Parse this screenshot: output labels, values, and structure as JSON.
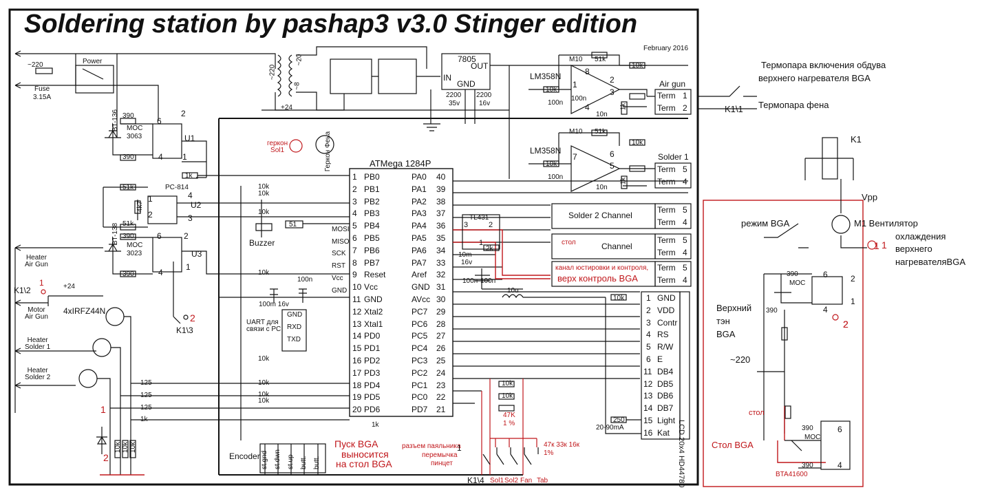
{
  "title": "Soldering station by pashap3 v3.0 Stinger edition",
  "date": "February 2016",
  "power": {
    "mains": "~220",
    "fuse": "Fuse",
    "fuse_value": "3.15A",
    "switch": "Power",
    "bridge_ac1": "~220",
    "bridge_ac2": "~20",
    "bridge_ac3": "~8",
    "reg": "7805",
    "reg_in": "IN",
    "reg_out": "OUT",
    "reg_gnd": "GND",
    "cap1": "2200",
    "cap1v": "35v",
    "cap2": "2200",
    "cap2v": "16v",
    "v24": "+24"
  },
  "triac_top": {
    "part": "BT-136",
    "moc": "MOC",
    "moc_num": "3063",
    "r1": "390",
    "r2": "390",
    "u": "U1",
    "p6": "6",
    "p4": "4",
    "p2": "2",
    "p1": "1",
    "r1k": "1k"
  },
  "opto": {
    "part": "PC-814",
    "u": "U2",
    "r1": "51k",
    "r2": "51k",
    "r3": "4k7",
    "p1": "1",
    "p2": "2",
    "p3": "3",
    "p4": "4"
  },
  "triac_bot": {
    "part": "BT-138",
    "moc": "MOC",
    "moc_num": "3023",
    "r1": "390",
    "r2": "390",
    "u": "U3",
    "p6": "6",
    "p4": "4",
    "p2": "2",
    "p1": "1"
  },
  "heater_air": "Heater\nAir Gun",
  "k12": "K1\\2",
  "k13": "K1\\3",
  "k14": "K1\\4",
  "k11": "K1\\1",
  "mosfet": "4xIRFZ44N",
  "motor": "Motor\nAir Gun",
  "heater_s1": "Heater\nSolder 1",
  "heater_s2": "Heater\nSolder 2",
  "res125": [
    "125",
    "125",
    "125"
  ],
  "r1k_bottom": "1k",
  "res10k_bank": [
    "10k",
    "10k",
    "10k"
  ],
  "red_marks": {
    "one_a": "1",
    "two_a": "2",
    "one_b": "1",
    "two_b": "2",
    "one_c": "1",
    "two_c": "2"
  },
  "geron": "геркон\nSol1",
  "geron_fena": "Геркон Фена",
  "buzzer": "Buzzer",
  "r51": "51",
  "cap100n": "100n",
  "cap100m": "100m 16v",
  "uart": "UART для\nсвязи с PC",
  "uart_pins": [
    "GND",
    "RXD",
    "TXD"
  ],
  "isp_pins": [
    "MOSI",
    "MISO",
    "SCK",
    "RST",
    "Vcc",
    "GND"
  ],
  "pull10k": [
    "10k",
    "10k",
    "10k",
    "10k",
    "10k",
    "10k",
    "10k",
    "10k",
    "10k"
  ],
  "mcu": {
    "name": "ATMega 1284P",
    "left": [
      [
        "1",
        "PB0"
      ],
      [
        "2",
        "PB1"
      ],
      [
        "3",
        "PB2"
      ],
      [
        "4",
        "PB3"
      ],
      [
        "5",
        "PB4"
      ],
      [
        "6",
        "PB5"
      ],
      [
        "7",
        "PB6"
      ],
      [
        "8",
        "PB7"
      ],
      [
        "9",
        "Reset"
      ],
      [
        "10",
        "Vcc"
      ],
      [
        "11",
        "GND"
      ],
      [
        "12",
        "Xtal2"
      ],
      [
        "13",
        "Xtal1"
      ],
      [
        "14",
        "PD0"
      ],
      [
        "15",
        "PD1"
      ],
      [
        "16",
        "PD2"
      ],
      [
        "17",
        "PD3"
      ],
      [
        "18",
        "PD4"
      ],
      [
        "19",
        "PD5"
      ],
      [
        "20",
        "PD6"
      ]
    ],
    "right": [
      [
        "40",
        "PA0"
      ],
      [
        "39",
        "PA1"
      ],
      [
        "38",
        "PA2"
      ],
      [
        "37",
        "PA3"
      ],
      [
        "36",
        "PA4"
      ],
      [
        "35",
        "PA5"
      ],
      [
        "34",
        "PA6"
      ],
      [
        "33",
        "PA7"
      ],
      [
        "32",
        "Aref"
      ],
      [
        "31",
        "GND"
      ],
      [
        "30",
        "AVcc"
      ],
      [
        "29",
        "PC7"
      ],
      [
        "28",
        "PC6"
      ],
      [
        "27",
        "PC5"
      ],
      [
        "26",
        "PC4"
      ],
      [
        "25",
        "PC3"
      ],
      [
        "24",
        "PC2"
      ],
      [
        "23",
        "PC1"
      ],
      [
        "22",
        "PC0"
      ],
      [
        "21",
        "PD7"
      ]
    ]
  },
  "tl431": {
    "name": "TL431",
    "p3": "3",
    "p2": "2",
    "p1": "1",
    "r2k": "2k",
    "cap": "10m",
    "capv": "16v",
    "c1": "100n",
    "c2": "100n"
  },
  "l10u": "10u",
  "lm_top": {
    "name": "LM358N",
    "m10": "M10",
    "r51k": "51k",
    "r10k_a": "10k",
    "r10k_b": "10k",
    "c100n_a": "100n",
    "c100n_b": "100n",
    "c10n": "10n",
    "r1k": "1k",
    "p8": "8",
    "p1": "1",
    "p2": "2",
    "p3": "3",
    "p4": "4",
    "label": "Air gun"
  },
  "lm_bot": {
    "name": "LM358N",
    "m10": "M10",
    "r51k": "51k",
    "r10k_a": "10k",
    "r10k_b": "10k",
    "c100n_a": "100n",
    "c10n": "10n",
    "r1k": "1k",
    "p7": "7",
    "p6": "6",
    "p5": "5",
    "label": "Solder 1"
  },
  "term_air": [
    [
      "Term",
      "1"
    ],
    [
      "Term",
      "2"
    ]
  ],
  "term_s1": [
    [
      "Term",
      "5"
    ],
    [
      "Term",
      "4"
    ]
  ],
  "solder2": {
    "label": "Solder 2 Channel",
    "terms": [
      [
        "Term",
        "5"
      ],
      [
        "Term",
        "4"
      ]
    ]
  },
  "stol_ch": {
    "red": "стол",
    "label": "Channel",
    "terms": [
      [
        "Term",
        "5"
      ],
      [
        "Term",
        "4"
      ]
    ]
  },
  "bga_ch": {
    "red1": "канал юстировки и контроля,",
    "red2": "верх контроль BGA",
    "terms": [
      [
        "Term",
        "5"
      ],
      [
        "Term",
        "4"
      ]
    ]
  },
  "lcd": {
    "name": "LCD 20x4 HD44780",
    "pins": [
      [
        "1",
        "GND"
      ],
      [
        "2",
        "VDD"
      ],
      [
        "3",
        "Contr"
      ],
      [
        "4",
        "RS"
      ],
      [
        "5",
        "R/W"
      ],
      [
        "6",
        "E"
      ],
      [
        "11",
        "DB4"
      ],
      [
        "12",
        "DB5"
      ],
      [
        "13",
        "DB6"
      ],
      [
        "14",
        "DB7"
      ],
      [
        "15",
        "Light"
      ],
      [
        "16",
        "Kat"
      ]
    ],
    "r10k": "10k",
    "r250": "250",
    "current": "20-90mA"
  },
  "pc_res": {
    "r1": "10k",
    "r2": "10k",
    "r47k": "47K",
    "r47k_pct": "1 %"
  },
  "encoder": {
    "name": "Encoder",
    "pins": [
      "st.gnd",
      "st.dwn",
      "st.up",
      "butt.",
      "butt."
    ]
  },
  "bga_start": [
    "Пуск BGA",
    "выносится",
    "на стол BGA"
  ],
  "tweezers": [
    "разъем паяльника",
    "перемычка",
    "пинцет"
  ],
  "tweezers_one": "1",
  "sw_labels": [
    "Sol1",
    "Sol2",
    "Fan",
    "Tab"
  ],
  "res_vals": [
    "47к 33к 16к",
    "1%"
  ],
  "right_notes": {
    "n1": "Термопара включения обдува",
    "n2": "верхнего нагревателя BGA",
    "n3": "Термопара фена",
    "k11": "K1\\1",
    "k1": "K1",
    "vpp": "Vpp",
    "mode": "режим BGA",
    "fan": "M1 Вентилятор",
    "fan2": "охлаждения",
    "fan3": "верхнего",
    "fan4": "нагревателяBGA",
    "top_heater": [
      "Верхний",
      "тэн",
      "BGA"
    ],
    "ac": "~220",
    "stol": "стол",
    "stol_bga": "Стол BGA",
    "bta": "BTA41600",
    "moc_a": "MOC",
    "moc_b": "MOC",
    "r390": [
      "390",
      "390",
      "390",
      "390"
    ],
    "pins_a": [
      "6",
      "2",
      "4",
      "1"
    ],
    "pins_b": [
      "6",
      "4"
    ],
    "red1": "1",
    "red2": "2"
  }
}
